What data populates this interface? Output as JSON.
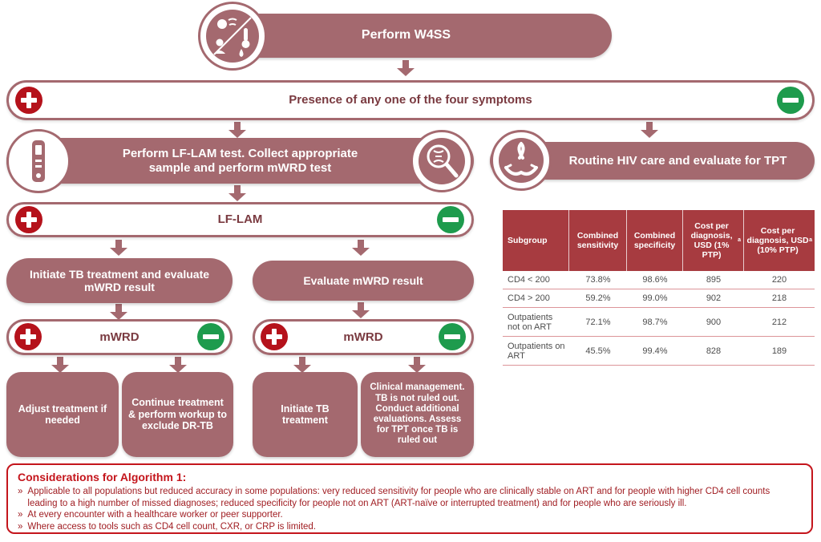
{
  "colors": {
    "mauve": "#a4696f",
    "red": "#b5121b",
    "green": "#1e9b4d",
    "pill_text": "#7a3a40",
    "table_header": "#a73b40",
    "table_text": "#4d4d4d",
    "note_red": "#c4151c",
    "note_text": "#a01d22"
  },
  "flow": {
    "w4ss": "Perform W4SS",
    "symptoms": "Presence of any one of the four symptoms",
    "lflam_test": "Perform LF-LAM test. Collect appropriate sample and perform mWRD test",
    "hiv_care": "Routine HIV care and evaluate for TPT",
    "lflam": "LF-LAM",
    "initiate_and_evaluate": "Initiate TB treatment and evaluate mWRD result",
    "evaluate_mwrd": "Evaluate mWRD result",
    "mwrd": "mWRD",
    "adjust": "Adjust treatment if needed",
    "continue_workup": "Continue treatment & perform workup to exclude DR-TB",
    "initiate_tb": "Initiate TB treatment",
    "clinical_management": "Clinical management. TB is not ruled out. Conduct additional evaluations. Assess for TPT once TB is ruled out"
  },
  "table": {
    "headers": [
      "Subgroup",
      "Combined sensitivity",
      "Combined specificity",
      "Cost per diagnosis, USD (1% PTP)",
      "Cost per diagnosis, USD (10% PTP)"
    ],
    "superscript": "a",
    "rows": [
      [
        "CD4 < 200",
        "73.8%",
        "98.6%",
        "895",
        "220"
      ],
      [
        "CD4 > 200",
        "59.2%",
        "99.0%",
        "902",
        "218"
      ],
      [
        "Outpatients not on ART",
        "72.1%",
        "98.7%",
        "900",
        "212"
      ],
      [
        "Outpatients on ART",
        "45.5%",
        "99.4%",
        "828",
        "189"
      ]
    ]
  },
  "considerations": {
    "title": "Considerations for Algorithm 1:",
    "marker": "»",
    "bullets": [
      "Applicable to all populations but reduced accuracy in some populations: very reduced sensitivity for people who are clinically stable on ART and for people with higher CD4 cell counts leading to a high number of missed diagnoses; reduced specificity for people not on ART (ART-naïve or interrupted treatment) and for people who are seriously ill.",
      "At every encounter with a healthcare worker or peer supporter.",
      "Where access to tools such as CD4 cell count, CXR, or CRP is limited."
    ]
  },
  "icons": {
    "top": "symptoms-icon",
    "left_test": "test-strip-icon",
    "right_test": "dna-magnifier-icon",
    "hiv": "hands-ribbon-icon",
    "positive": "plus-icon",
    "negative": "minus-icon"
  }
}
